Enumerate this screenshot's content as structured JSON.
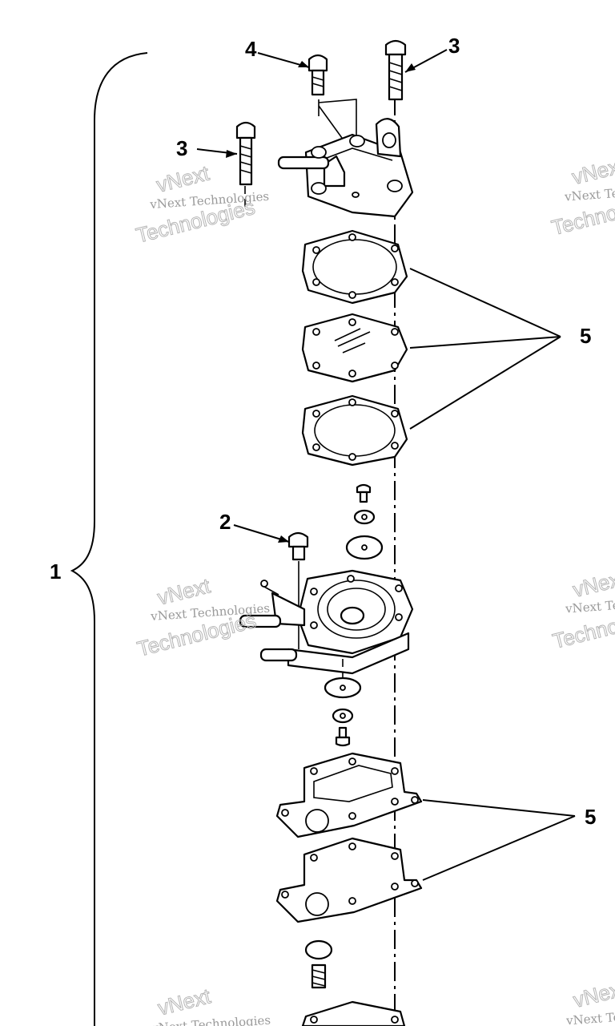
{
  "callouts": {
    "c1": "1",
    "c2": "2",
    "c3_top": "3",
    "c3_left": "3",
    "c4": "4",
    "c5_upper": "5",
    "c5_lower": "5"
  },
  "watermark": {
    "line1": "vNext",
    "line2": "vNext Technologies",
    "line3": "Technologies"
  },
  "colors": {
    "ink": "#000000",
    "watermark": "#9a9a9a",
    "background": "#ffffff"
  }
}
